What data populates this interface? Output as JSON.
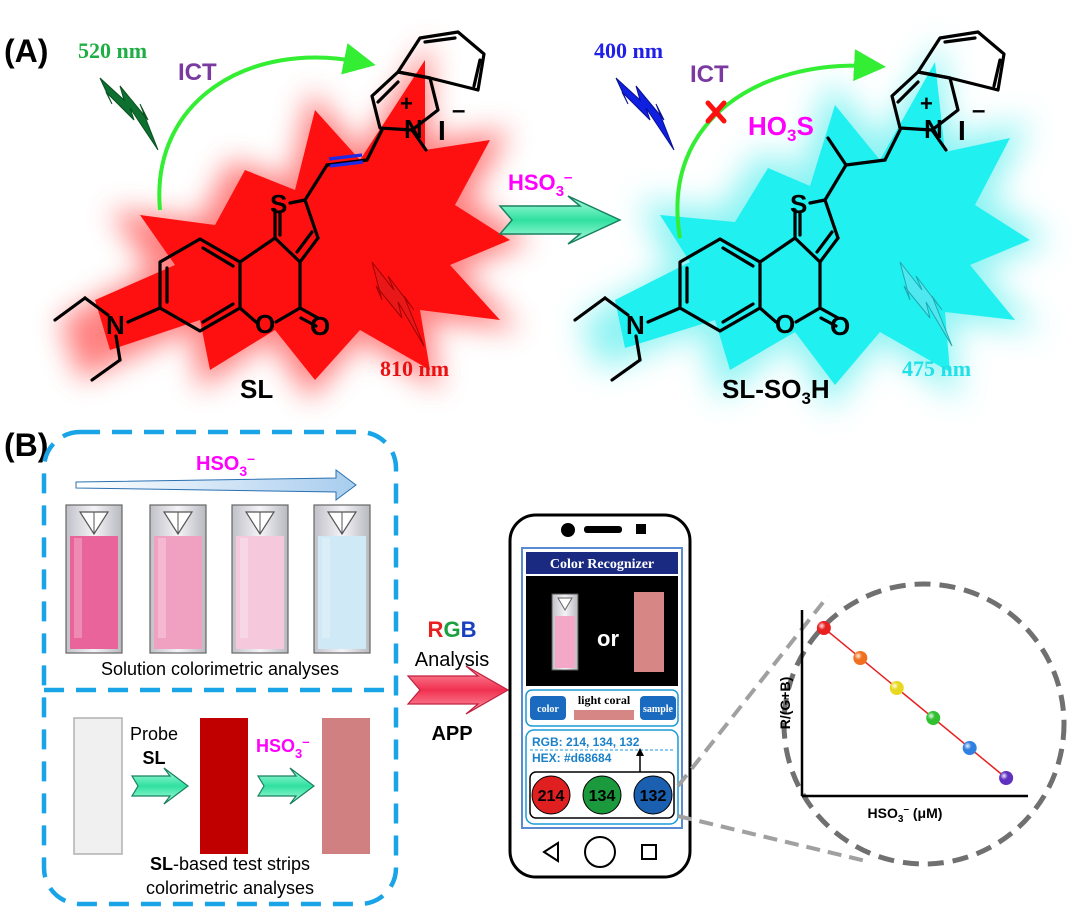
{
  "panel_a": {
    "label": "(A)",
    "left": {
      "excitation_wavelength": "520 nm",
      "emission_wavelength": "810 nm",
      "ict_label": "ICT",
      "compound_name": "SL"
    },
    "reagent": {
      "text": "HSO",
      "sub": "3",
      "sup": "–"
    },
    "right": {
      "excitation_wavelength": "400 nm",
      "emission_wavelength": "475 nm",
      "ict_label": "ICT",
      "adduct_group": {
        "a": "HO",
        "sub": "3",
        "b": "S"
      },
      "compound_name": {
        "a": "SL-SO",
        "sub": "3",
        "b": "H"
      }
    },
    "atoms": {
      "sulfur": "S",
      "oxygen": "O",
      "nitrogen": "N",
      "plus": "+",
      "iodide": "I",
      "minus": "–"
    }
  },
  "panel_b": {
    "label": "(B)",
    "gradient_label": {
      "text": "HSO",
      "sub": "3",
      "sup": "–"
    },
    "cuvette_colors": [
      "#e8649a",
      "#f0a0c0",
      "#f5c8dc",
      "#cfe9f6"
    ],
    "solution_caption": "Solution colorimetric analyses",
    "strip": {
      "probe_label": "Probe",
      "probe_name": "SL",
      "reagent": {
        "text": "HSO",
        "sub": "3",
        "sup": "–"
      },
      "colors": [
        "#f0f0f0",
        "#c00000",
        "#d08080"
      ],
      "caption_bold": "SL",
      "caption_line1_rest": "-based test strips",
      "caption_line2": "colorimetric analyses"
    },
    "rgb_analysis": {
      "r": "R",
      "g": "G",
      "b": "B",
      "analysis": "Analysis",
      "app": "APP"
    },
    "phone": {
      "app_title": "Color Recognizer",
      "or_label": "or",
      "color_button": "color",
      "color_name": "light coral",
      "sample_button": "sample",
      "rgb_readout": "RGB: 214, 134, 132",
      "hex_readout": "HEX: #d68684",
      "channels": [
        {
          "value": "214",
          "color": "#e02020"
        },
        {
          "value": "134",
          "color": "#1a9a3c"
        },
        {
          "value": "132",
          "color": "#1a5fb0"
        }
      ]
    },
    "plot": {
      "type": "scatter",
      "ylabel": "R/(G+B)",
      "xlabel": {
        "a": "HSO",
        "sub": "3",
        "sup": "–",
        "b": " (μM)"
      },
      "points": [
        {
          "x": 1,
          "y": 6,
          "color": "#e82020"
        },
        {
          "x": 2,
          "y": 5,
          "color": "#f07020"
        },
        {
          "x": 3,
          "y": 4,
          "color": "#e8d820"
        },
        {
          "x": 4,
          "y": 3,
          "color": "#30c030"
        },
        {
          "x": 5,
          "y": 2,
          "color": "#3080e0"
        },
        {
          "x": 6,
          "y": 1,
          "color": "#6030c0"
        }
      ]
    }
  }
}
